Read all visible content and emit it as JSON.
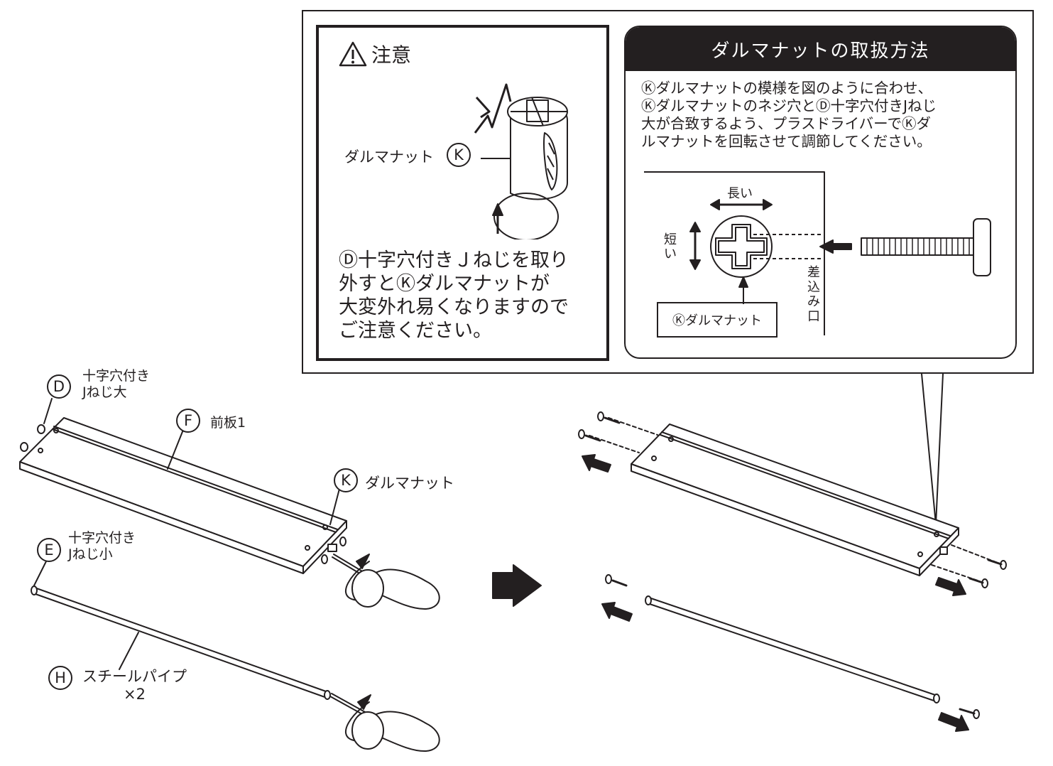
{
  "caution": {
    "title": "注意",
    "nut_label": "ダルマナット",
    "nut_letter": "K",
    "text": "Ⓓ十字穴付きＪねじを取り\n外すとⓀダルマナットが\n大変外れ易くなりますので\nご注意ください。"
  },
  "howto": {
    "title": "ダルマナットの取扱方法",
    "text": "Ⓚダルマナットの模様を図のように合わせ、\nⓀダルマナットのネジ穴とⒹ十字穴付きJねじ\n大が合致するよう、プラスドライバーでⓀダ\nルマナットを回転させて調節してください。",
    "long_label": "長い",
    "short_label": "短い",
    "insert_label": "差込み口",
    "nut_box_label": "Ⓚダルマナット"
  },
  "parts": {
    "d": {
      "letter": "D",
      "label": "十字穴付き\nJねじ大"
    },
    "f": {
      "letter": "F",
      "label": "前板1"
    },
    "k": {
      "letter": "K",
      "label": "ダルマナット"
    },
    "e": {
      "letter": "E",
      "label": "十字穴付き\nJねじ小"
    },
    "h": {
      "letter": "H",
      "label": "スチールパイプ\n×2"
    }
  },
  "colors": {
    "ink": "#231f20",
    "paper": "#ffffff"
  }
}
